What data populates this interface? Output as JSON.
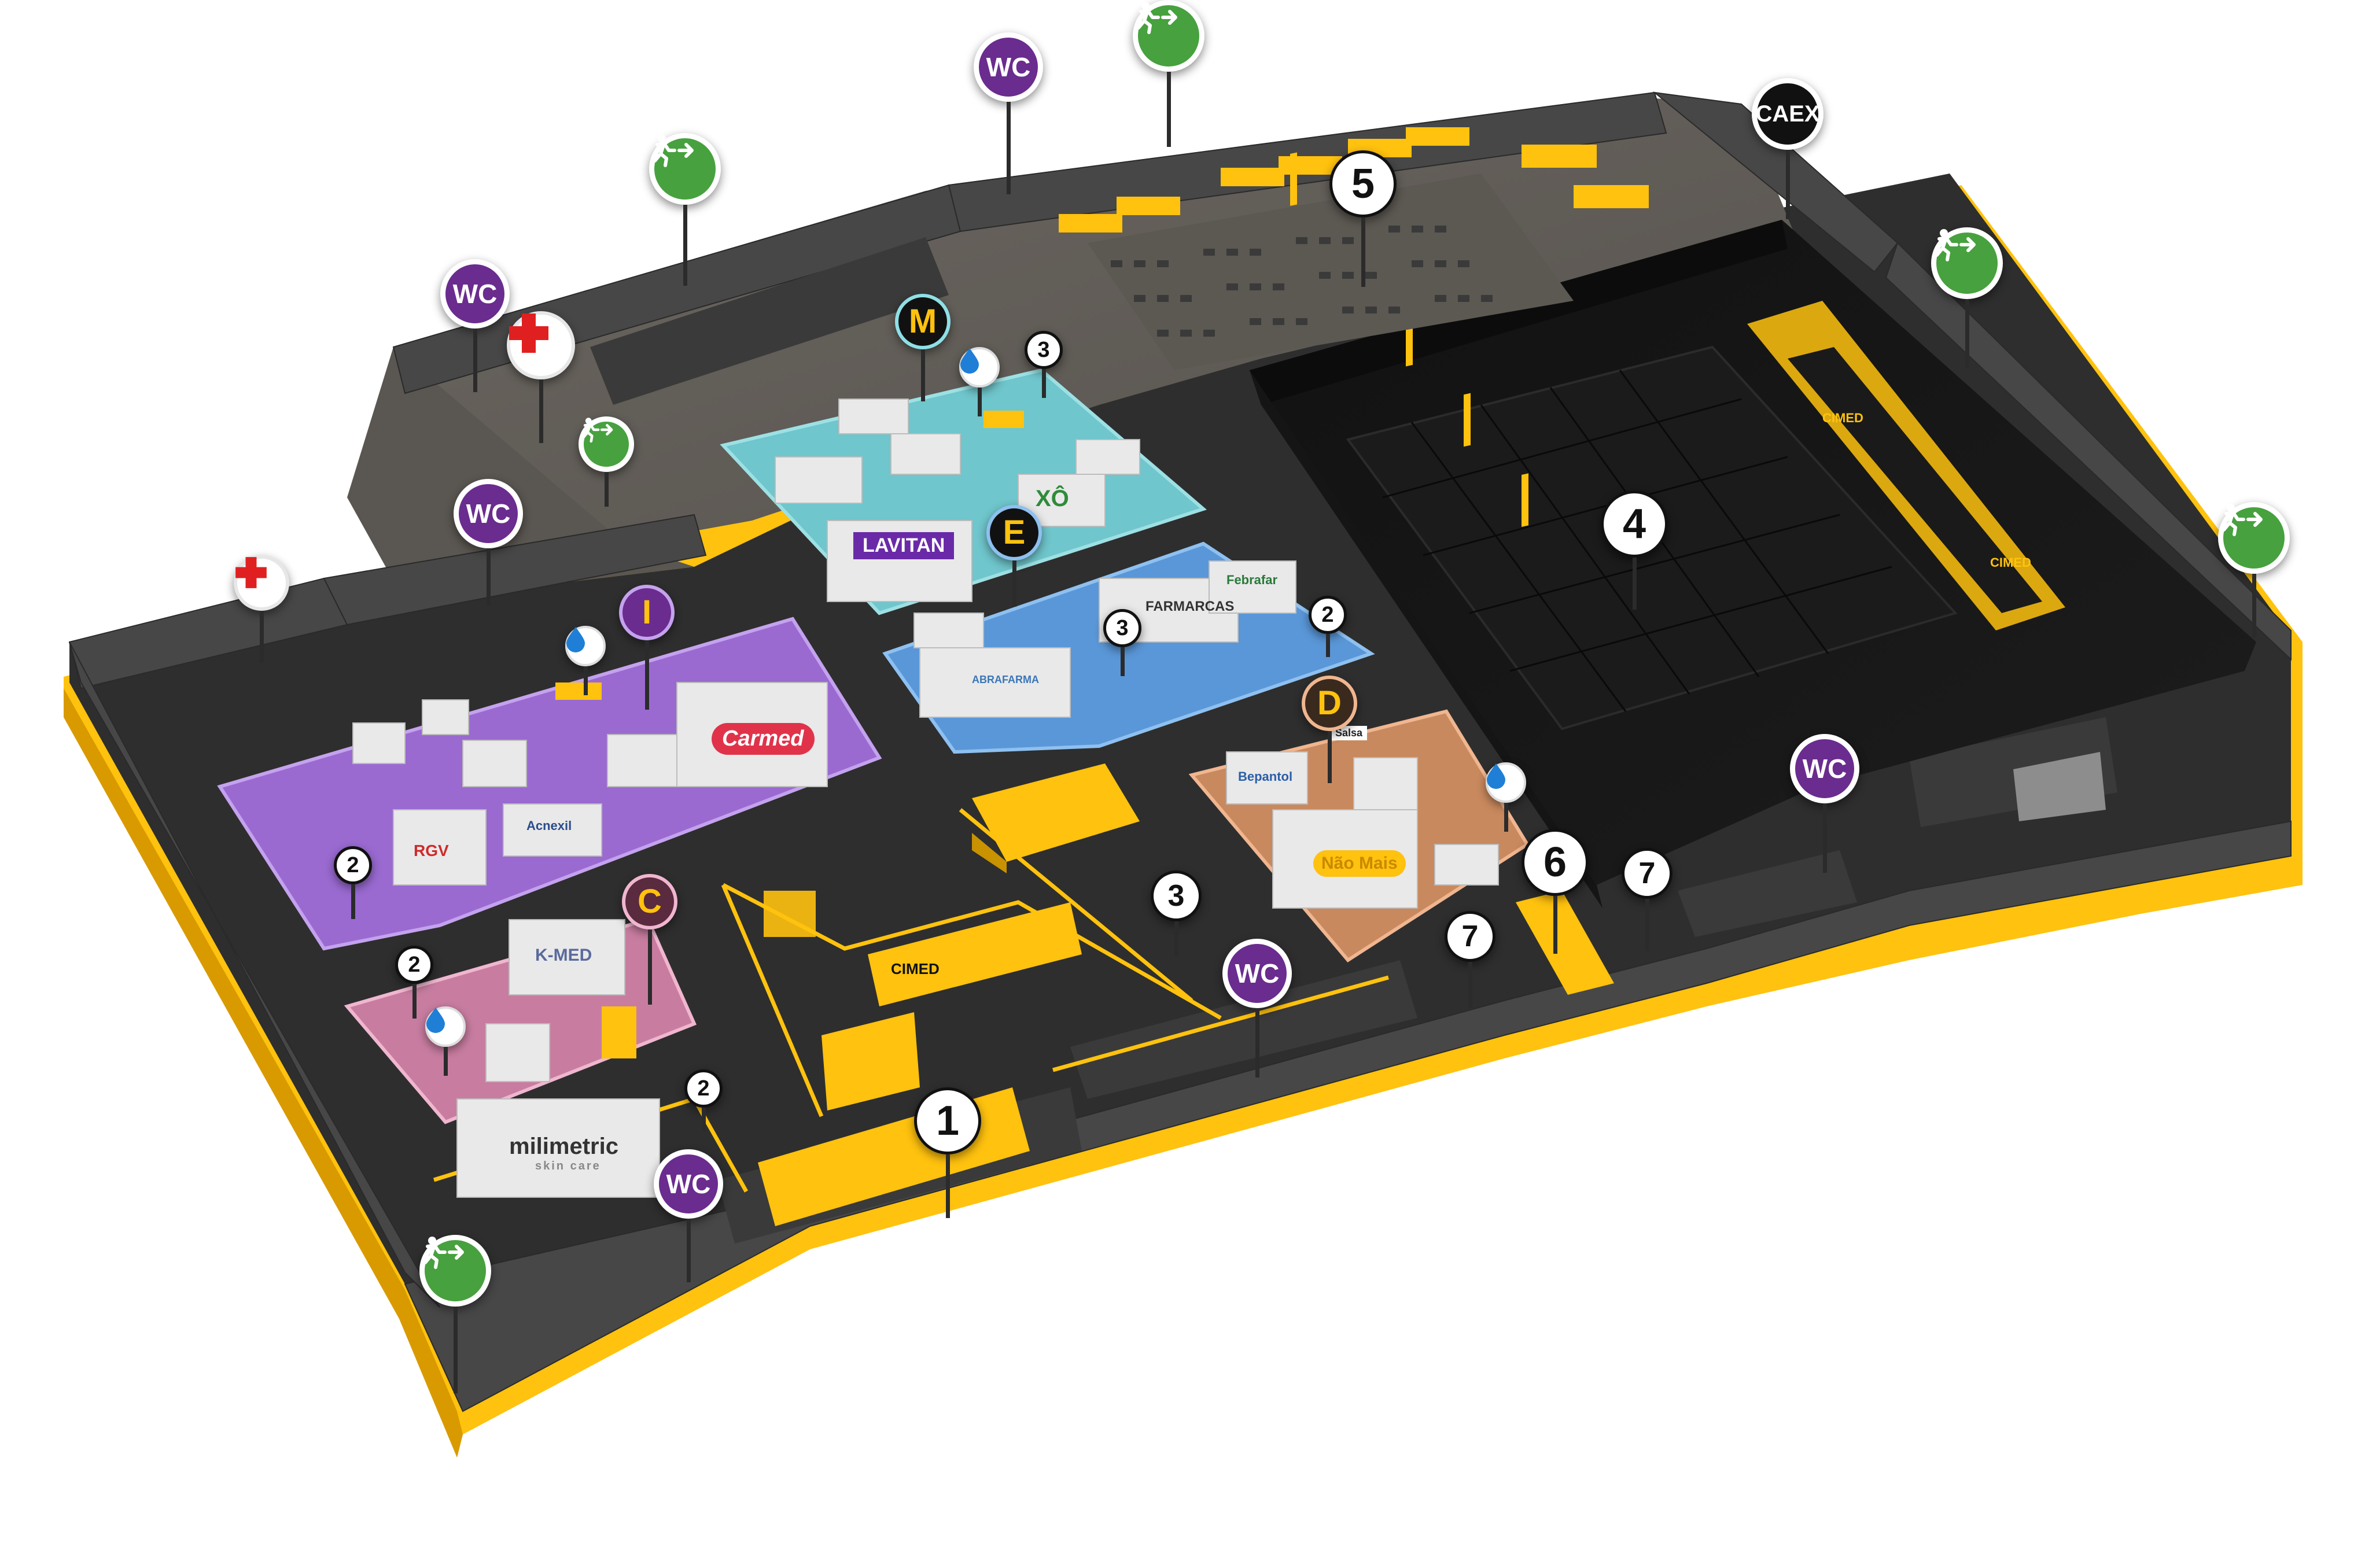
{
  "map": {
    "colors": {
      "accent": "#FFC20E",
      "floor": "#2d2d2d",
      "wall": "#4a4a4a",
      "zone_I": "#9b6bd1",
      "zone_M": "#5fc1c9",
      "zone_E": "#4f8fd3",
      "zone_C": "#c97a9c",
      "zone_D": "#c98a5e",
      "wc": "#6a2c8e",
      "exit": "#47a13e",
      "first_aid": "#e02020"
    },
    "zones": [
      {
        "label": "M"
      },
      {
        "label": "E"
      },
      {
        "label": "I"
      },
      {
        "label": "C"
      },
      {
        "label": "D"
      }
    ],
    "numbered_points": [
      {
        "label": "1"
      },
      {
        "label": "2"
      },
      {
        "label": "2"
      },
      {
        "label": "2"
      },
      {
        "label": "2"
      },
      {
        "label": "3"
      },
      {
        "label": "3"
      },
      {
        "label": "3"
      },
      {
        "label": "4"
      },
      {
        "label": "5"
      },
      {
        "label": "6"
      },
      {
        "label": "7"
      },
      {
        "label": "7"
      }
    ],
    "amenities": {
      "wc_label": "WC",
      "caex_label": "CAEX",
      "wc_icon": "wc-icon",
      "exit_icon": "emergency-exit-icon",
      "first_aid_icon": "first-aid-cross-icon",
      "water_icon": "water-drop-icon"
    },
    "brands": [
      {
        "text": "LAVITAN"
      },
      {
        "text": "XÔ"
      },
      {
        "text": "FARMARCAS"
      },
      {
        "text": "Febrafar"
      },
      {
        "text": "ABRAFARMA"
      },
      {
        "text": "Carmed"
      },
      {
        "text": "RGV"
      },
      {
        "text": "Acnexil"
      },
      {
        "text": "K-MED"
      },
      {
        "text": "milimetric"
      },
      {
        "text": "skin care"
      },
      {
        "text": "CIMED"
      },
      {
        "text": "CIMED"
      },
      {
        "text": "CIMED"
      },
      {
        "text": "Bepantol"
      },
      {
        "text": "Salsa"
      },
      {
        "text": "Não Mais"
      }
    ]
  }
}
